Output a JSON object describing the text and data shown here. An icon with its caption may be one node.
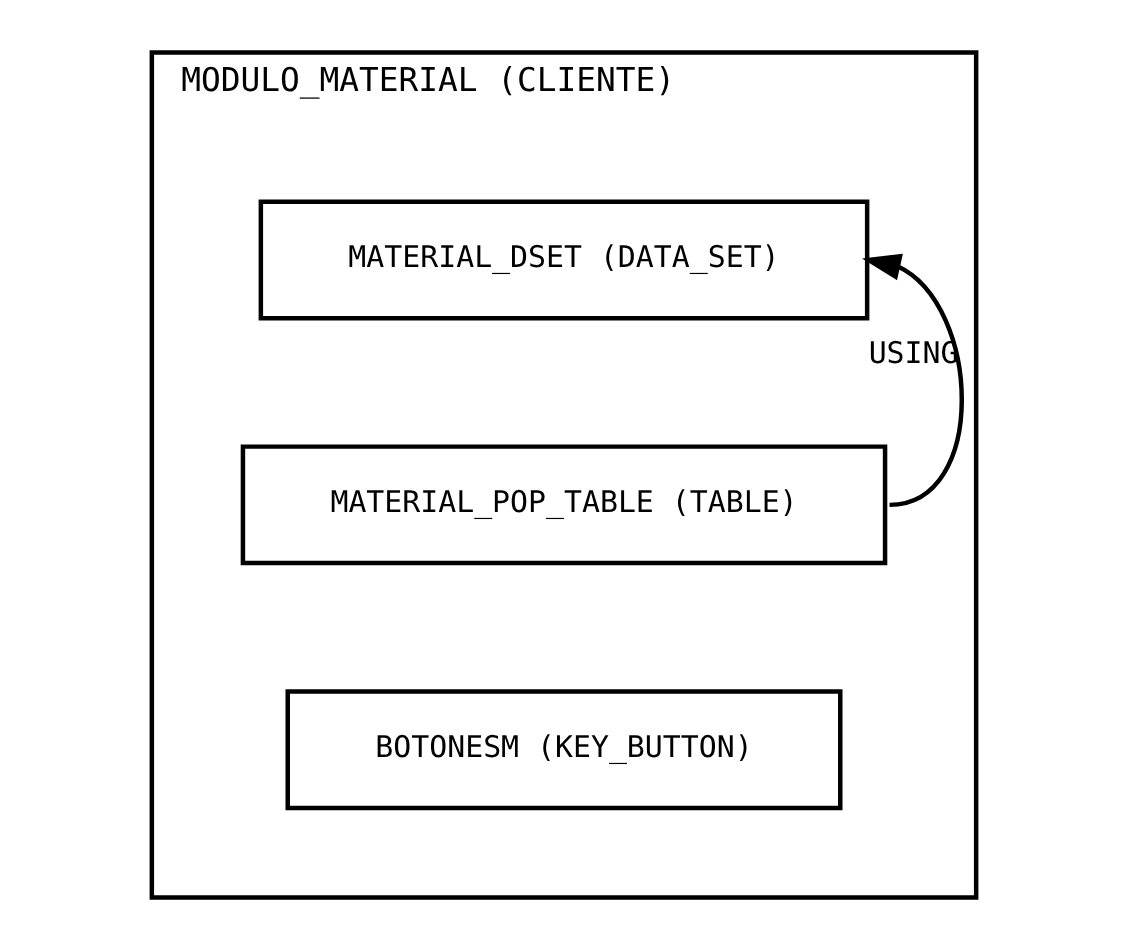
{
  "diagram": {
    "nodes": [
      {
        "text": [
          "MODULO_MATERIAL (CLIENTE)"
        ]
      },
      {
        "text": [
          "MATERIAL_DSET (DATA_SET)"
        ],
        "in": 0
      },
      {
        "text": [
          "MATERIAL_POP_TABLE (TABLE)"
        ],
        "in": 0
      },
      {
        "text": [
          "BOTONESM (KEY_BUTTON)"
        ],
        "in": 0
      }
    ],
    "edges": [
      {
        "from": 2,
        "to": 1,
        "arrow": "to",
        "label": "USING"
      }
    ]
  }
}
